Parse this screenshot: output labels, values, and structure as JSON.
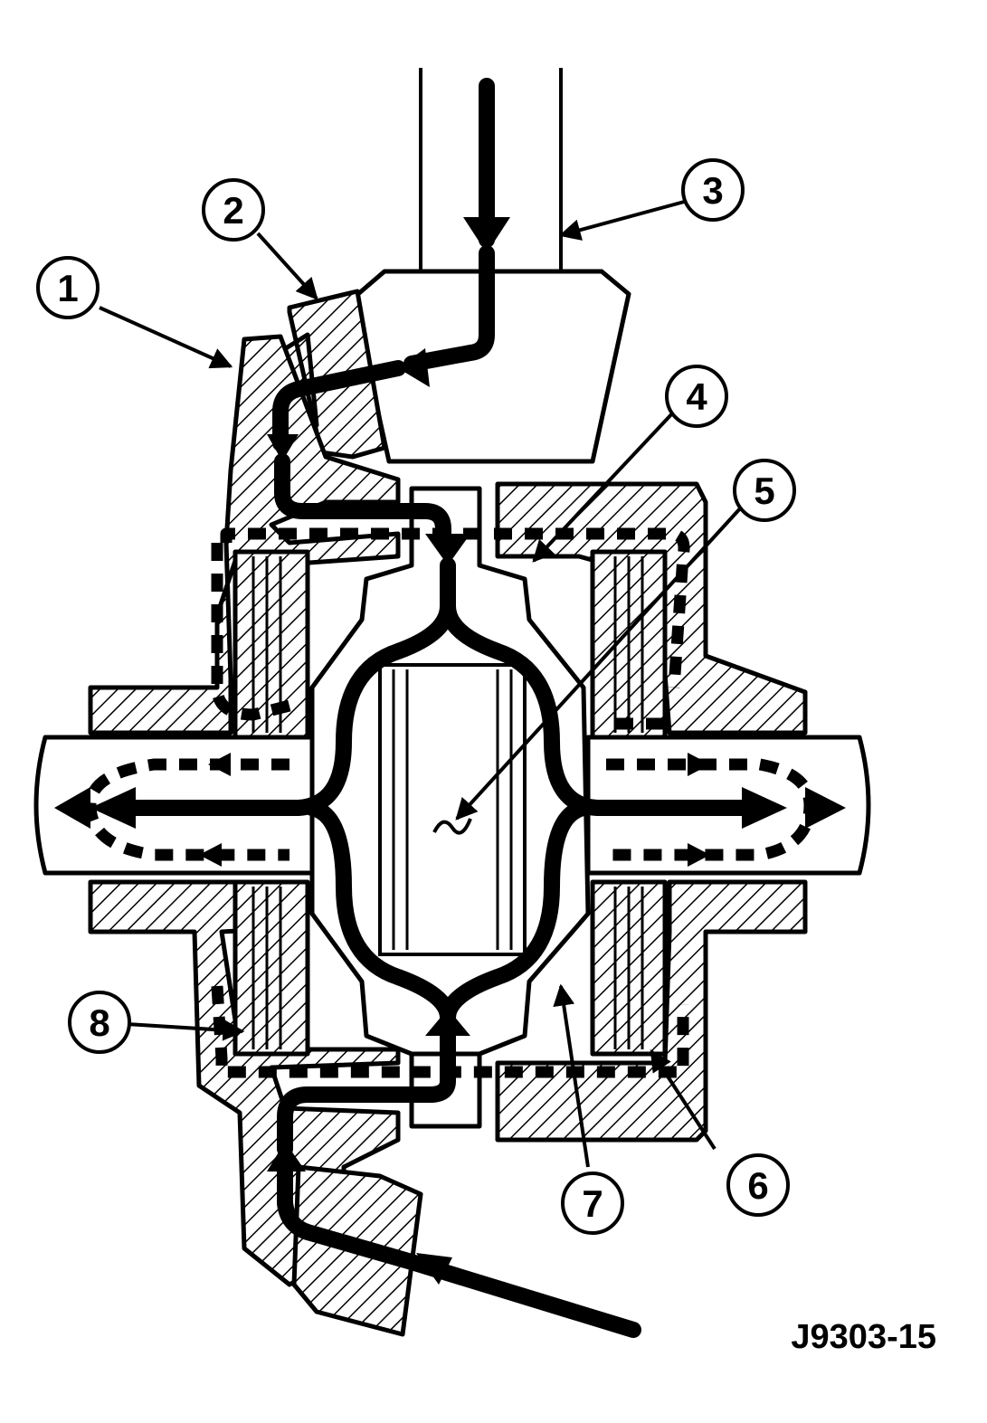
{
  "diagram": {
    "figure_id": "J9303-15",
    "callouts": [
      {
        "id": "callout-1",
        "label": "1"
      },
      {
        "id": "callout-2",
        "label": "2"
      },
      {
        "id": "callout-3",
        "label": "3"
      },
      {
        "id": "callout-4",
        "label": "4"
      },
      {
        "id": "callout-5",
        "label": "5"
      },
      {
        "id": "callout-6",
        "label": "6"
      },
      {
        "id": "callout-7",
        "label": "7"
      },
      {
        "id": "callout-8",
        "label": "8"
      }
    ]
  }
}
